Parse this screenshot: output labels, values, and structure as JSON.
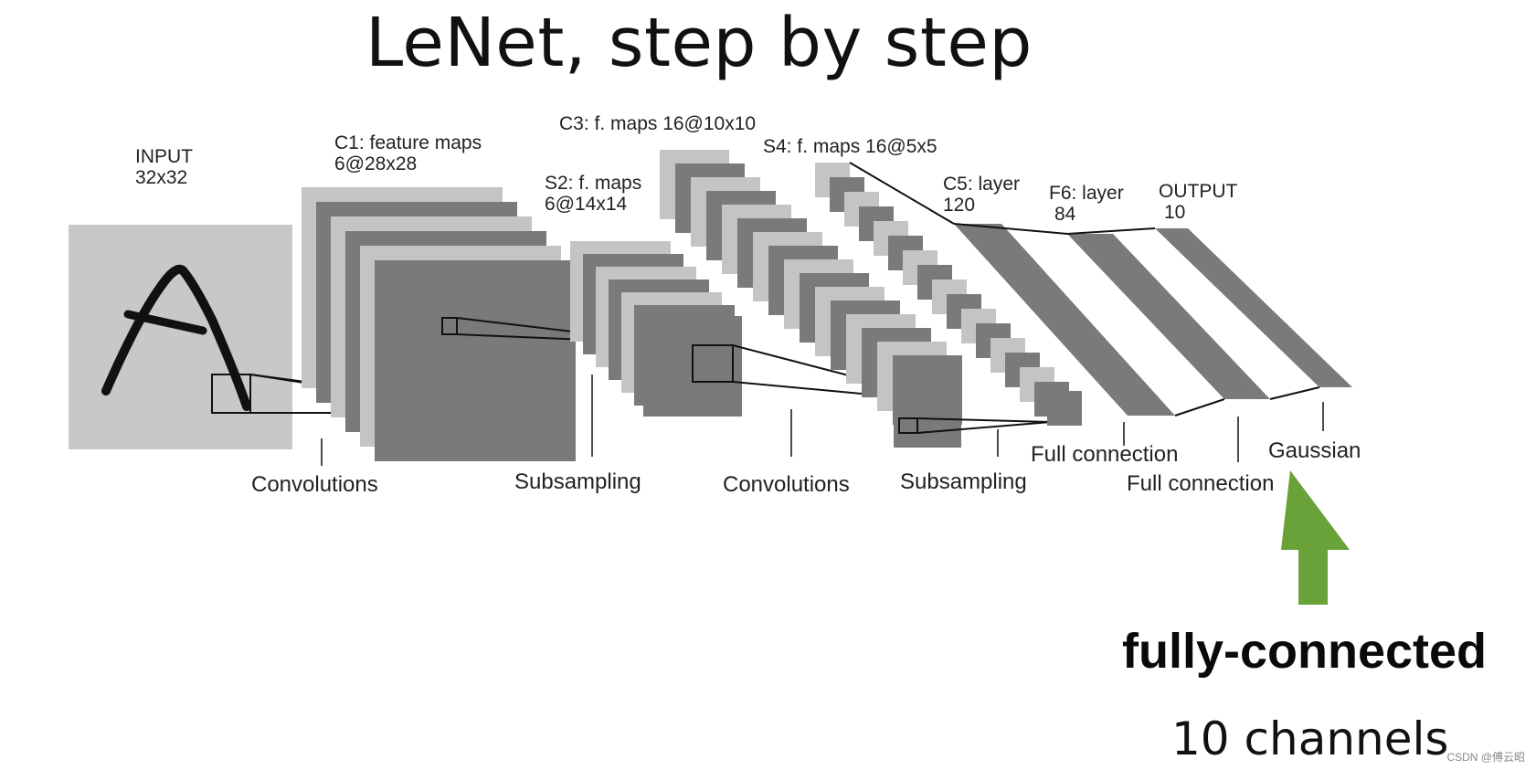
{
  "title": "LeNet, step by step",
  "layers": {
    "input": {
      "name": "INPUT",
      "size": "32x32"
    },
    "c1": {
      "name": "C1: feature maps",
      "size": "6@28x28"
    },
    "s2": {
      "name": "S2: f. maps",
      "size": "6@14x14"
    },
    "c3": {
      "name": "C3: f. maps 16@10x10"
    },
    "s4": {
      "name": "S4: f. maps 16@5x5"
    },
    "c5": {
      "name": "C5: layer",
      "size": "120"
    },
    "f6": {
      "name": "F6: layer",
      "size": "84"
    },
    "output": {
      "name": "OUTPUT",
      "size": "10"
    }
  },
  "operations": [
    "Convolutions",
    "Subsampling",
    "Convolutions",
    "Subsampling",
    "Full connection",
    "Full connection",
    "Gaussian"
  ],
  "annotation": {
    "arrow_color": "#6aa23a",
    "line1": "fully-connected",
    "line2": "10 channels"
  },
  "watermark": "CSDN @傅云昭",
  "colors": {
    "map_light": "#c4c4c4",
    "map_dark": "#7a7a7a",
    "input_bg": "#c8c8c8"
  }
}
